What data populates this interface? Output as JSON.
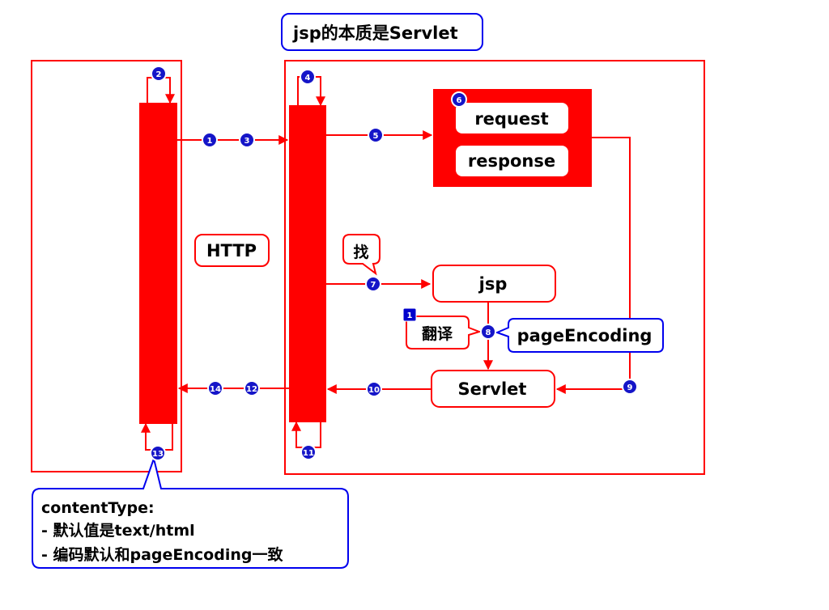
{
  "title": "jsp的本质是Servlet",
  "http_label": "HTTP",
  "request_label": "request",
  "response_label": "response",
  "find_label": "找",
  "jsp_label": "jsp",
  "translate_label": "翻译",
  "translate_badge": "1",
  "page_encoding_label": "pageEncoding",
  "servlet_label": "Servlet",
  "content_type_note": {
    "line1": "contentType:",
    "line2": "- 默认值是text/html",
    "line3": "- 编码默认和pageEncoding一致"
  },
  "steps": [
    "1",
    "2",
    "3",
    "4",
    "5",
    "6",
    "7",
    "8",
    "9",
    "10",
    "11",
    "12",
    "13",
    "14"
  ],
  "colors": {
    "red": "#ff0000",
    "blue": "#0000ee",
    "step_badge": "#1515c8"
  }
}
